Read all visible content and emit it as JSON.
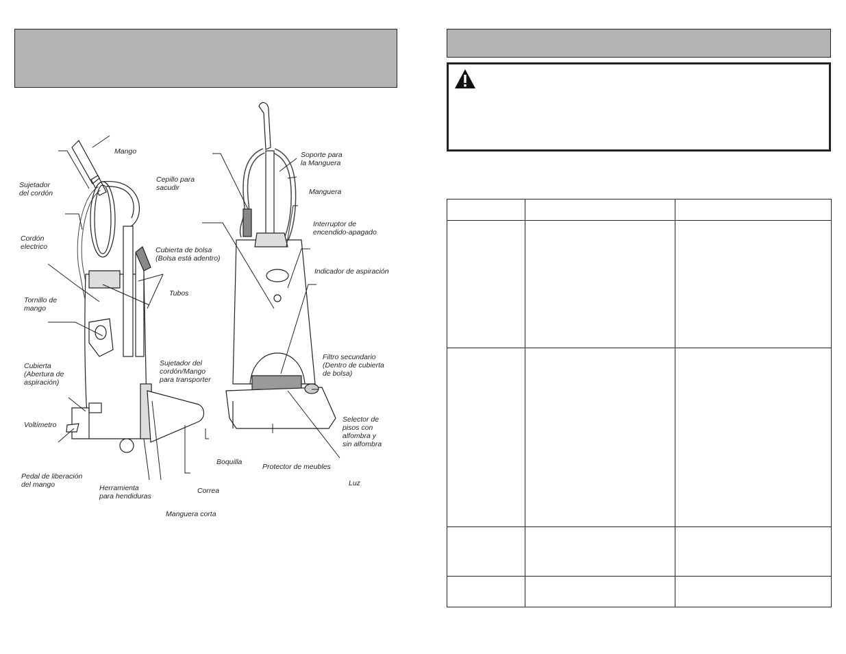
{
  "labels": {
    "mango": "Mango",
    "sujetador_cordon": "Sujetador\ndel cordón",
    "cepillo": "Cepillo para\nsacudir",
    "cordon_electrico": "Cordón\nelectrico",
    "cubierta_bolsa": "Cubierta de bolsa\n(Bolsa está adentro)",
    "tubos": "Tubos",
    "tornillo": "Tornillo de\nmango",
    "cubierta_abertura": "Cubierta\n(Abertura de\naspiración)",
    "sujetador_mango": "Sujetador del\ncordón/Mango\npara transporter",
    "voltimetro": "Voltímetro",
    "pedal": "Pedal de liberación\ndel mango",
    "herramienta": "Herramienta\npara hendiduras",
    "boquilla": "Boquilla",
    "correa": "Correa",
    "manguera_corta": "Manguera corta",
    "soporte_manguera": "Soporte para\nla Manguera",
    "manguera": "Manguera",
    "interruptor": "Interruptor de\nencendido-apagado",
    "indicador": "Indicador de aspiración",
    "filtro": "Filtro secundario\n(Dentro de cubierta\nde bolsa)",
    "selector": "Selector de\npisos con\nalfombra y\nsin alfombra",
    "protector": "Protector de meubles",
    "luz": "Luz"
  }
}
